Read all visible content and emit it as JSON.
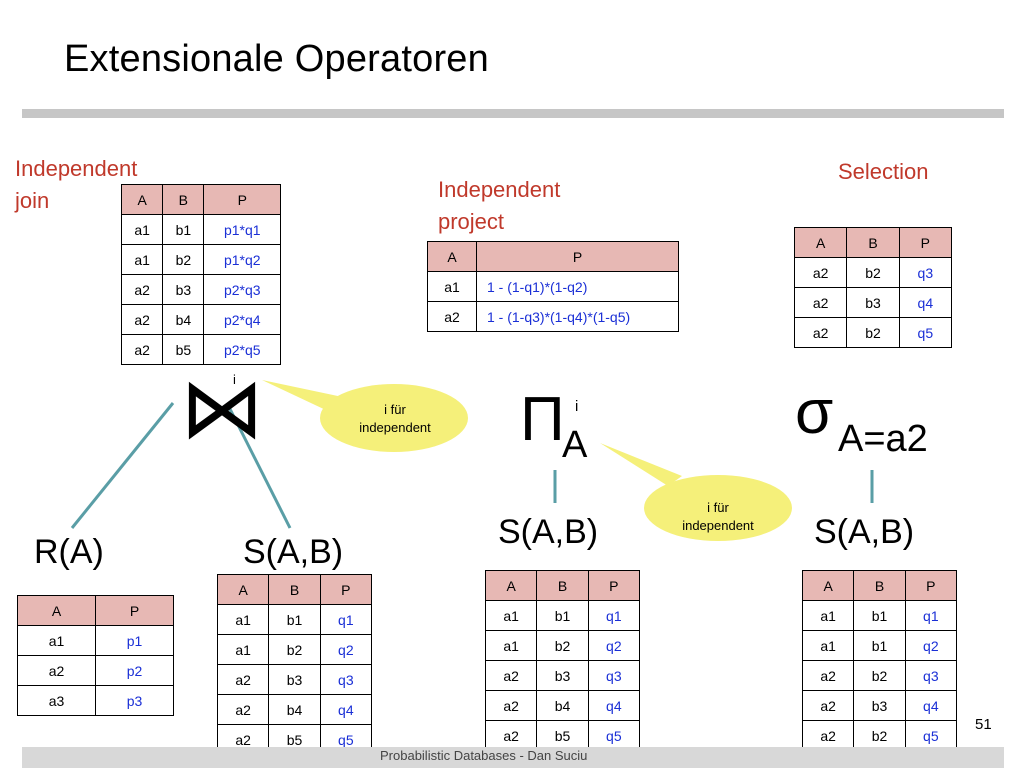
{
  "title": "Extensionale Operatoren",
  "labels": {
    "join": [
      "Independent",
      "join"
    ],
    "project": [
      "Independent",
      "project"
    ],
    "selection": "Selection"
  },
  "operators": {
    "join_symbol": "⋈",
    "join_sup": "i",
    "project_symbol": "Π",
    "project_sub": "A",
    "project_sup": "i",
    "select_symbol": "σ",
    "select_sub": "A=a2"
  },
  "relations": {
    "r_a": "R(A)",
    "s_join": "S(A,B)",
    "s_project": "S(A,B)",
    "s_select": "S(A,B)"
  },
  "bubbles": {
    "join": [
      "i für",
      "independent"
    ],
    "project": [
      "i für",
      "independent"
    ]
  },
  "tables": {
    "join_result": {
      "headers": [
        "A",
        "B",
        "P"
      ],
      "rows": [
        [
          "a1",
          "b1",
          "p1*q1"
        ],
        [
          "a1",
          "b2",
          "p1*q2"
        ],
        [
          "a2",
          "b3",
          "p2*q3"
        ],
        [
          "a2",
          "b4",
          "p2*q4"
        ],
        [
          "a2",
          "b5",
          "p2*q5"
        ]
      ]
    },
    "project_result": {
      "headers": [
        "A",
        "P"
      ],
      "rows": [
        [
          "a1",
          "1 - (1-q1)*(1-q2)"
        ],
        [
          "a2",
          "1 - (1-q3)*(1-q4)*(1-q5)"
        ]
      ]
    },
    "select_result": {
      "headers": [
        "A",
        "B",
        "P"
      ],
      "rows": [
        [
          "a2",
          "b2",
          "q3"
        ],
        [
          "a2",
          "b3",
          "q4"
        ],
        [
          "a2",
          "b2",
          "q5"
        ]
      ]
    },
    "r": {
      "headers": [
        "A",
        "P"
      ],
      "rows": [
        [
          "a1",
          "p1"
        ],
        [
          "a2",
          "p2"
        ],
        [
          "a3",
          "p3"
        ]
      ]
    },
    "s_join": {
      "headers": [
        "A",
        "B",
        "P"
      ],
      "rows": [
        [
          "a1",
          "b1",
          "q1"
        ],
        [
          "a1",
          "b2",
          "q2"
        ],
        [
          "a2",
          "b3",
          "q3"
        ],
        [
          "a2",
          "b4",
          "q4"
        ],
        [
          "a2",
          "b5",
          "q5"
        ]
      ]
    },
    "s_project": {
      "headers": [
        "A",
        "B",
        "P"
      ],
      "rows": [
        [
          "a1",
          "b1",
          "q1"
        ],
        [
          "a1",
          "b2",
          "q2"
        ],
        [
          "a2",
          "b3",
          "q3"
        ],
        [
          "a2",
          "b4",
          "q4"
        ],
        [
          "a2",
          "b5",
          "q5"
        ]
      ]
    },
    "s_select": {
      "headers": [
        "A",
        "B",
        "P"
      ],
      "rows": [
        [
          "a1",
          "b1",
          "q1"
        ],
        [
          "a1",
          "b1",
          "q2"
        ],
        [
          "a2",
          "b2",
          "q3"
        ],
        [
          "a2",
          "b3",
          "q4"
        ],
        [
          "a2",
          "b2",
          "q5"
        ]
      ]
    }
  },
  "footer": "Probabilistic Databases - Dan Suciu",
  "page_number": "51",
  "colors": {
    "header_fill": "#e7b8b4",
    "prob_text": "#1a2fd6",
    "label_red": "#c0392b",
    "edge": "#5a9ea6",
    "bubble": "#f5f07a"
  }
}
